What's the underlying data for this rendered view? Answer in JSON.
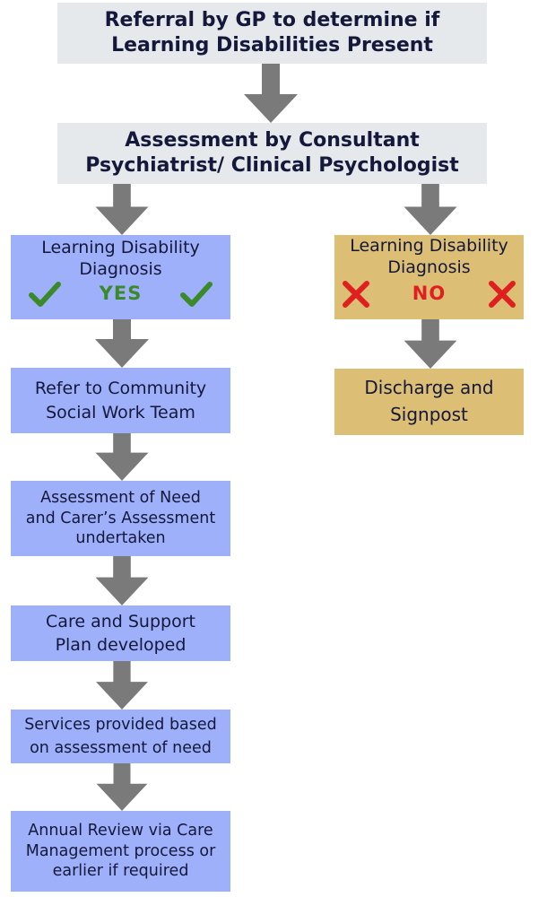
{
  "top": {
    "referral_line1": "Referral by GP to determine if",
    "referral_line2": "Learning Disabilities Present",
    "assessment_line1": "Assessment by Consultant",
    "assessment_line2": "Psychiatrist/ Clinical Psychologist"
  },
  "left": {
    "diagnosis_line1": "Learning Disability",
    "diagnosis_line2": "Diagnosis",
    "diagnosis_result": "YES",
    "refer_line1": "Refer to Community",
    "refer_line2": "Social Work Team",
    "need_line1": "Assessment of Need",
    "need_line2": "and Carer’s Assessment",
    "need_line3": "undertaken",
    "plan_line1": "Care and Support",
    "plan_line2": "Plan developed",
    "services_line1": "Services provided based",
    "services_line2": "on assessment of need",
    "review_line1": "Annual Review via Care",
    "review_line2": "Management process or",
    "review_line3": "earlier if required"
  },
  "right": {
    "diagnosis_line1": "Learning Disability",
    "diagnosis_line2": "Diagnosis",
    "diagnosis_result": "NO",
    "discharge_line1": "Discharge and",
    "discharge_line2": "Signpost"
  },
  "colors": {
    "header_box": "#e5e9ec",
    "yes_path_box": "#9fb0fb",
    "no_path_box": "#dcbe74",
    "arrow": "#7a7a7a",
    "tick": "#3a8a2a",
    "cross": "#e02020"
  },
  "icons": [
    "down-arrow-icon",
    "checkmark-icon",
    "cross-icon"
  ]
}
